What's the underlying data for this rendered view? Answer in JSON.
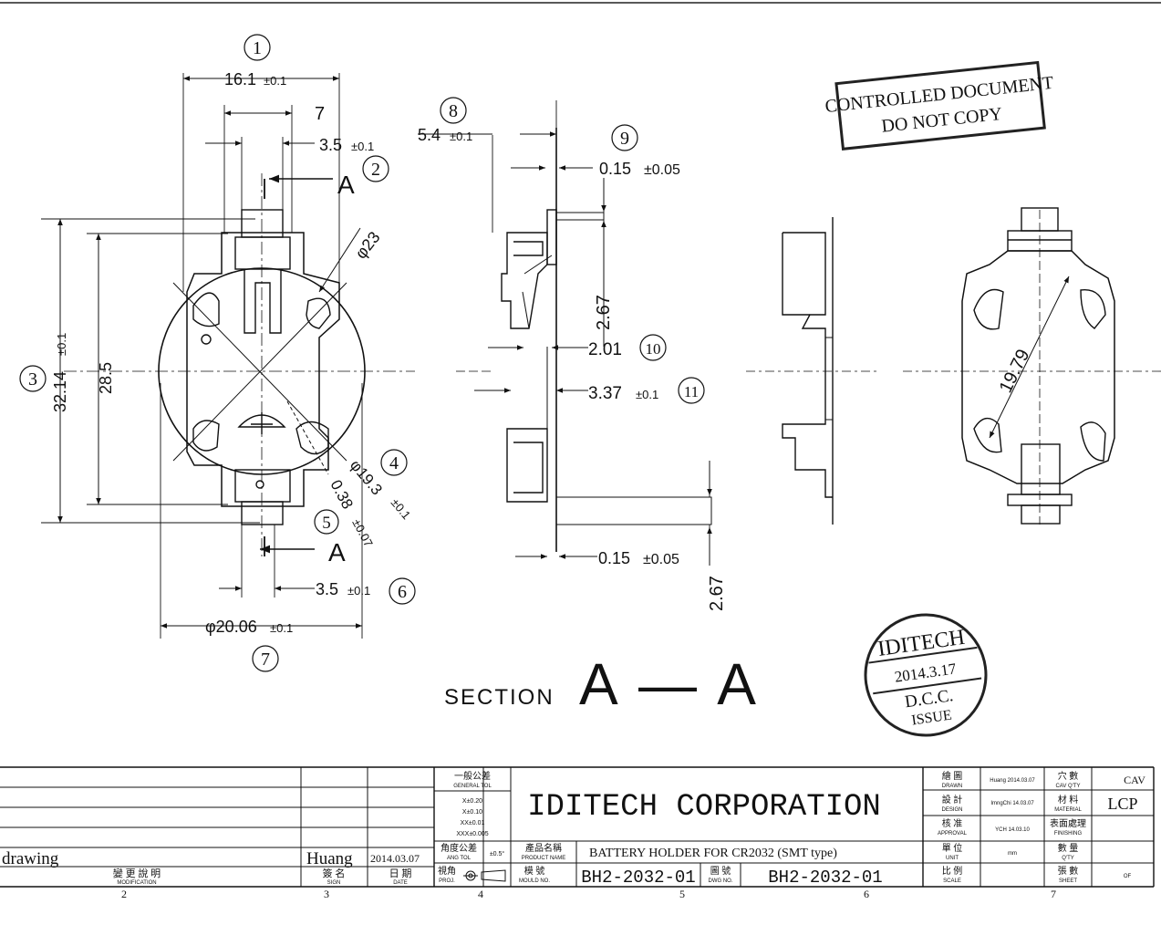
{
  "drawing": {
    "callouts": [
      "1",
      "2",
      "3",
      "4",
      "5",
      "6",
      "7",
      "8",
      "9",
      "10",
      "11"
    ],
    "front_view": {
      "width_overall": "16.1",
      "width_overall_tol": "±0.1",
      "width_top": "7",
      "contact_width_top": "3.5",
      "contact_width_top_tol": "±0.1",
      "section_marker": "A",
      "dia_outer": "φ23",
      "height_overall": "32.14",
      "height_overall_tol": "±0.1",
      "height_inner": "28.5",
      "dia_battery": "φ19.3",
      "dia_battery_tol": "±0.1",
      "contact_height": "0.38",
      "contact_height_tol": "±0.07",
      "contact_width_bottom": "3.5",
      "contact_width_bottom_tol": "±0.1",
      "dia_base": "φ20.06",
      "dia_base_tol": "±0.1"
    },
    "section_view": {
      "height": "5.4",
      "height_tol": "±0.1",
      "lead_thickness_top": "0.15",
      "lead_thickness_top_tol": "±0.05",
      "lead_length_top": "2.67",
      "dim_10": "2.01",
      "dim_11": "3.37",
      "dim_11_tol": "±0.1",
      "lead_thickness_bottom": "0.15",
      "lead_thickness_bottom_tol": "±0.05",
      "lead_length_bottom": "2.67",
      "section_label_word": "SECTION",
      "section_label_letters": "A — A"
    },
    "side_view": {
      "diagonal": "19.79"
    },
    "stamp_controlled": {
      "line1": "CONTROLLED DOCUMENT",
      "line2": "DO NOT COPY"
    },
    "stamp_issue": {
      "company": "IDITECH",
      "date": "2014.3.17",
      "dcc": "D.C.C.",
      "issue": "ISSUE"
    }
  },
  "title_block": {
    "company": "IDITECH CORPORATION",
    "general_tol_label": "一般公差",
    "general_tol_label_en": "GENERAL TOL",
    "tolerances": [
      "X±0.20",
      "X±0.10",
      "XX±0.01",
      "XXX±0.005"
    ],
    "angle_tol_label": "角度公差",
    "angle_tol_label_en": "ANG TOL",
    "angle_tol_value": "±0.5°",
    "projection_label": "視角",
    "projection_label_en": "PROJ.",
    "product_name_label": "產品名稱",
    "product_name_label_en": "PRODUCT NAME",
    "product_name": "BATTERY HOLDER FOR CR2032 (SMT type)",
    "mould_no_label": "模 號",
    "mould_no_label_en": "MOULD NO.",
    "mould_no": "BH2-2032-01",
    "dwg_no_label": "圖 號",
    "dwg_no_label_en": "DWG NO.",
    "dwg_no": "BH2-2032-01",
    "revision_text": "drawing",
    "revision_sign": "Huang",
    "revision_date": "2014.03.07",
    "modification_label": "變 更 說 明",
    "modification_label_en": "MODIFICATION",
    "sign_label": "簽 名",
    "sign_label_en": "SIGN",
    "date_label": "日 期",
    "date_label_en": "DATE",
    "drawn_label": "繪 圖",
    "drawn_label_en": "DRAWN",
    "drawn_value": "Huang 2014.03.07",
    "design_label": "設 計",
    "design_label_en": "DESIGN",
    "design_value": "ImngChi 14.03.07",
    "approval_label": "核 准",
    "approval_label_en": "APPROVAL",
    "approval_value": "YCH 14.03.10",
    "unit_label": "單 位",
    "unit_label_en": "UNIT",
    "unit_value": "mm",
    "scale_label": "比 例",
    "scale_label_en": "SCALE",
    "cav_qty_label": "穴 數",
    "cav_qty_label_en": "CAV Q'TY",
    "cav_value": "CAV",
    "material_label": "材 料",
    "material_label_en": "MATERIAL",
    "material_value": "LCP",
    "finishing_label": "表面處理",
    "finishing_label_en": "FINISHING",
    "qty_label": "數 量",
    "qty_label_en": "Q'TY",
    "sheet_label": "張 數",
    "sheet_label_en": "SHEET",
    "sheet_value": "OF",
    "zones": [
      "2",
      "3",
      "4",
      "5",
      "6",
      "7"
    ]
  }
}
